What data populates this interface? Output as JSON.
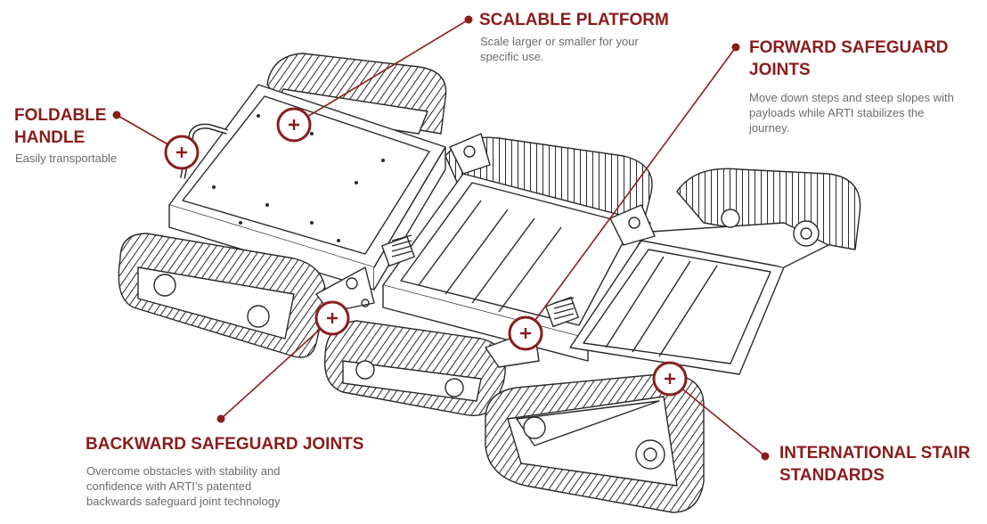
{
  "colors": {
    "accent": "#8a1c1c",
    "description": "#6b6b6b",
    "line_art": "#2a2a2a",
    "background": "#ffffff"
  },
  "callouts": [
    {
      "id": "scalable-platform",
      "title": "SCALABLE PLATFORM",
      "description": "Scale larger or smaller for your\nspecific use."
    },
    {
      "id": "forward-safeguard-joints",
      "title": "FORWARD SAFEGUARD\nJOINTS",
      "description": "Move down steps and steep slopes with\npayloads while ARTI stabilizes the\njourney."
    },
    {
      "id": "foldable-handle",
      "title": "FOLDABLE\nHANDLE",
      "description": "Easily transportable"
    },
    {
      "id": "backward-safeguard-joints",
      "title": "BACKWARD SAFEGUARD JOINTS",
      "description": "Overcome obstacles with stability and\nconfidence with ARTI’s patented\nbackwards safeguard joint technology"
    },
    {
      "id": "international-stair-standards",
      "title": "INTERNATIONAL STAIR\nSTANDARDS",
      "description": ""
    }
  ],
  "hotspot_icon": "plus-icon",
  "robot_icon": "tracked-robot-illustration"
}
